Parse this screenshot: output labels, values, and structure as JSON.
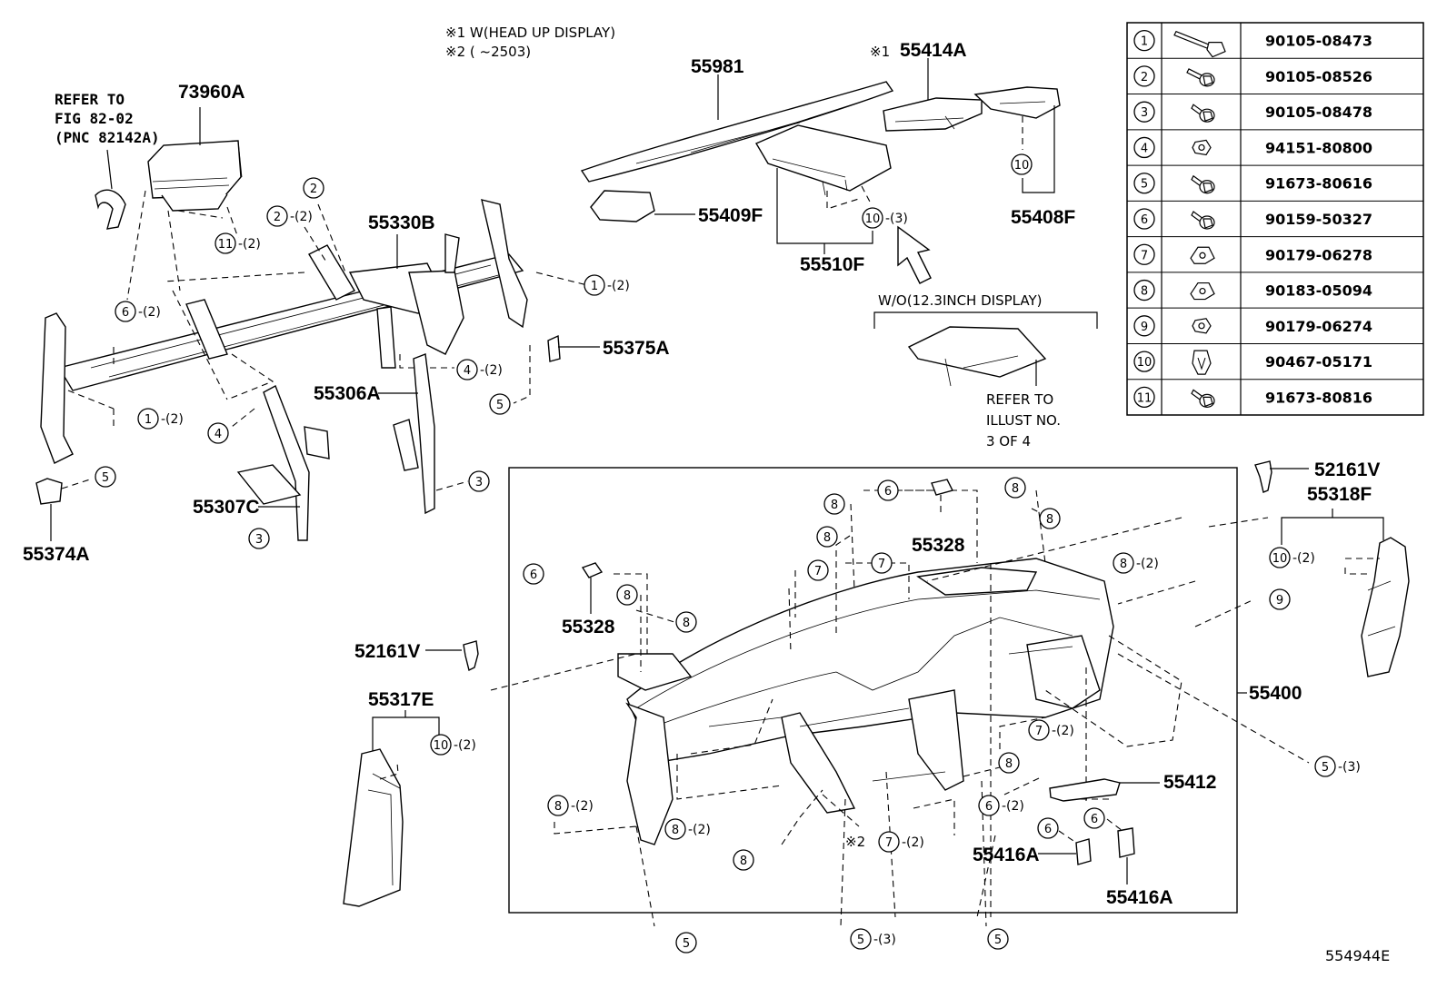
{
  "notes": {
    "note1": "※1 W(HEAD UP DISPLAY)",
    "note2": "※2 (        ~2503)",
    "refer_fig_line1": "REFER TO",
    "refer_fig_line2": "FIG 82-02",
    "refer_fig_line3": "(PNC 82142A)",
    "wo_display": "W/O(12.3INCH DISPLAY)",
    "refer_illust_line1": "REFER TO",
    "refer_illust_line2": "ILLUST NO.",
    "refer_illust_line3": "3 OF 4",
    "mark1": "※1",
    "mark2": "※2",
    "diagram_id": "554944E"
  },
  "labels": {
    "p73960A": "73960A",
    "p55981": "55981",
    "p55414A": "55414A",
    "p55409F": "55409F",
    "p55510F": "55510F",
    "p55408F": "55408F",
    "p55330B": "55330B",
    "p55375A": "55375A",
    "p55306A": "55306A",
    "p55307C": "55307C",
    "p55374A": "55374A",
    "p52161V_right": "52161V",
    "p55318F": "55318F",
    "p55328_top": "55328",
    "p55328_left": "55328",
    "p52161V_left": "52161V",
    "p55317E": "55317E",
    "p55400": "55400",
    "p55412": "55412",
    "p55416A_a": "55416A",
    "p55416A_b": "55416A"
  },
  "callouts": [
    {
      "n": "2",
      "q": ""
    },
    {
      "n": "2",
      "q": "-(2)"
    },
    {
      "n": "11",
      "q": "-(2)"
    },
    {
      "n": "6",
      "q": "-(2)"
    },
    {
      "n": "1",
      "q": "-(2)"
    },
    {
      "n": "1",
      "q": "-(2)"
    },
    {
      "n": "4",
      "q": "-(2)"
    },
    {
      "n": "4",
      "q": ""
    },
    {
      "n": "5",
      "q": ""
    },
    {
      "n": "5",
      "q": ""
    },
    {
      "n": "3",
      "q": ""
    },
    {
      "n": "3",
      "q": ""
    },
    {
      "n": "10",
      "q": "-(3)"
    },
    {
      "n": "10",
      "q": ""
    },
    {
      "n": "10",
      "q": "-(2)"
    },
    {
      "n": "10",
      "q": "-(2)"
    },
    {
      "n": "6",
      "q": ""
    },
    {
      "n": "8",
      "q": ""
    },
    {
      "n": "8",
      "q": ""
    },
    {
      "n": "7",
      "q": ""
    },
    {
      "n": "7",
      "q": ""
    },
    {
      "n": "8",
      "q": ""
    },
    {
      "n": "8",
      "q": ""
    },
    {
      "n": "8",
      "q": "-(2)"
    },
    {
      "n": "9",
      "q": ""
    },
    {
      "n": "6",
      "q": ""
    },
    {
      "n": "8",
      "q": ""
    },
    {
      "n": "8",
      "q": ""
    },
    {
      "n": "7",
      "q": "-(2)"
    },
    {
      "n": "8",
      "q": ""
    },
    {
      "n": "5",
      "q": "-(3)"
    },
    {
      "n": "8",
      "q": "-(2)"
    },
    {
      "n": "8",
      "q": "-(2)"
    },
    {
      "n": "8",
      "q": ""
    },
    {
      "n": "7",
      "q": "-(2)"
    },
    {
      "n": "6",
      "q": "-(2)"
    },
    {
      "n": "6",
      "q": ""
    },
    {
      "n": "6",
      "q": ""
    },
    {
      "n": "5",
      "q": ""
    },
    {
      "n": "5",
      "q": "-(3)"
    },
    {
      "n": "5",
      "q": ""
    }
  ],
  "fastener_table": [
    {
      "n": "1",
      "part": "90105-08473",
      "icon": "long-flange-bolt-icon"
    },
    {
      "n": "2",
      "part": "90105-08526",
      "icon": "flange-bolt-icon"
    },
    {
      "n": "3",
      "part": "90105-08478",
      "icon": "short-bolt-icon"
    },
    {
      "n": "4",
      "part": "94151-80800",
      "icon": "nut-icon"
    },
    {
      "n": "5",
      "part": "91673-80616",
      "icon": "screw-icon"
    },
    {
      "n": "6",
      "part": "90159-50327",
      "icon": "screw-icon"
    },
    {
      "n": "7",
      "part": "90179-06278",
      "icon": "u-nut-icon"
    },
    {
      "n": "8",
      "part": "90183-05094",
      "icon": "speed-nut-icon"
    },
    {
      "n": "9",
      "part": "90179-06274",
      "icon": "flange-nut-icon"
    },
    {
      "n": "10",
      "part": "90467-05171",
      "icon": "clip-icon"
    },
    {
      "n": "11",
      "part": "91673-80816",
      "icon": "screw-icon"
    }
  ]
}
